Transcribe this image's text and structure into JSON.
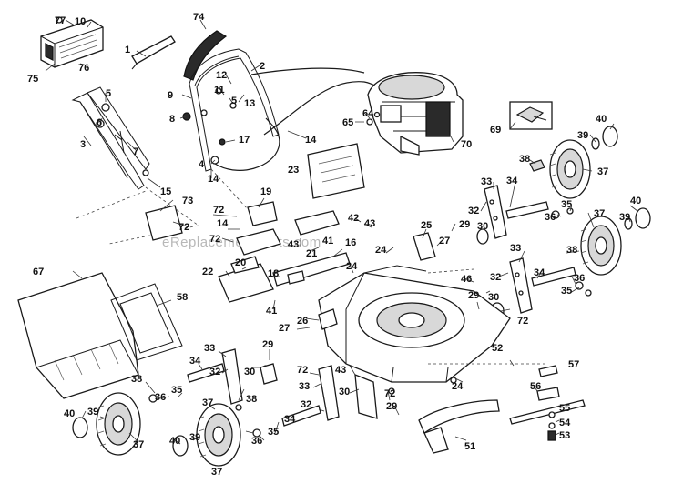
{
  "diagram": {
    "watermark": "eReplacementParts.com",
    "callouts": [
      {
        "id": "c77",
        "label": "77"
      },
      {
        "id": "c10",
        "label": "10"
      },
      {
        "id": "c74",
        "label": "74"
      },
      {
        "id": "c1",
        "label": "1"
      },
      {
        "id": "c2",
        "label": "2"
      },
      {
        "id": "c75",
        "label": "75"
      },
      {
        "id": "c76",
        "label": "76"
      },
      {
        "id": "c5a",
        "label": "5"
      },
      {
        "id": "c9",
        "label": "9"
      },
      {
        "id": "c12",
        "label": "12"
      },
      {
        "id": "c11",
        "label": "11"
      },
      {
        "id": "c5b",
        "label": "5"
      },
      {
        "id": "c13",
        "label": "13"
      },
      {
        "id": "c6",
        "label": "6"
      },
      {
        "id": "c8",
        "label": "8"
      },
      {
        "id": "c3",
        "label": "3"
      },
      {
        "id": "c7",
        "label": "7"
      },
      {
        "id": "c17",
        "label": "17"
      },
      {
        "id": "c14a",
        "label": "14"
      },
      {
        "id": "c4",
        "label": "4"
      },
      {
        "id": "c14b",
        "label": "14"
      },
      {
        "id": "c15",
        "label": "15"
      },
      {
        "id": "c19",
        "label": "19"
      },
      {
        "id": "c23",
        "label": "23"
      },
      {
        "id": "c64",
        "label": "64"
      },
      {
        "id": "c65",
        "label": "65"
      },
      {
        "id": "c70",
        "label": "70"
      },
      {
        "id": "c69",
        "label": "69"
      },
      {
        "id": "c40a",
        "label": "40"
      },
      {
        "id": "c39a",
        "label": "39"
      },
      {
        "id": "c38a",
        "label": "38"
      },
      {
        "id": "c37a",
        "label": "37"
      },
      {
        "id": "c33a",
        "label": "33"
      },
      {
        "id": "c34a",
        "label": "34"
      },
      {
        "id": "c35a",
        "label": "35"
      },
      {
        "id": "c32a",
        "label": "32"
      },
      {
        "id": "c36a",
        "label": "36"
      },
      {
        "id": "c40b",
        "label": "40"
      },
      {
        "id": "c37b",
        "label": "37"
      },
      {
        "id": "c39b",
        "label": "39"
      },
      {
        "id": "c73",
        "label": "73"
      },
      {
        "id": "c72a",
        "label": "72"
      },
      {
        "id": "c72b",
        "label": "72"
      },
      {
        "id": "c14c",
        "label": "14"
      },
      {
        "id": "c72c",
        "label": "72"
      },
      {
        "id": "c42",
        "label": "42"
      },
      {
        "id": "c43a",
        "label": "43"
      },
      {
        "id": "c16",
        "label": "16"
      },
      {
        "id": "c25",
        "label": "25"
      },
      {
        "id": "c29a",
        "label": "29"
      },
      {
        "id": "c30a",
        "label": "30"
      },
      {
        "id": "c27a",
        "label": "27"
      },
      {
        "id": "c43b",
        "label": "43"
      },
      {
        "id": "c41a",
        "label": "41"
      },
      {
        "id": "c21",
        "label": "21"
      },
      {
        "id": "c24a",
        "label": "24"
      },
      {
        "id": "c33b",
        "label": "33"
      },
      {
        "id": "c38b",
        "label": "38"
      },
      {
        "id": "c34b",
        "label": "34"
      },
      {
        "id": "c32b",
        "label": "32"
      },
      {
        "id": "c36b",
        "label": "36"
      },
      {
        "id": "c35b",
        "label": "35"
      },
      {
        "id": "c20",
        "label": "20"
      },
      {
        "id": "c22",
        "label": "22"
      },
      {
        "id": "c18",
        "label": "18"
      },
      {
        "id": "c24b",
        "label": "24"
      },
      {
        "id": "c46",
        "label": "46"
      },
      {
        "id": "c67",
        "label": "67"
      },
      {
        "id": "c58",
        "label": "58"
      },
      {
        "id": "c41b",
        "label": "41"
      },
      {
        "id": "c29b",
        "label": "29"
      },
      {
        "id": "c30b",
        "label": "30"
      },
      {
        "id": "c72d",
        "label": "72"
      },
      {
        "id": "c26",
        "label": "26"
      },
      {
        "id": "c27b",
        "label": "27"
      },
      {
        "id": "c52",
        "label": "52"
      },
      {
        "id": "c33c",
        "label": "33"
      },
      {
        "id": "c29c",
        "label": "29"
      },
      {
        "id": "c34c",
        "label": "34"
      },
      {
        "id": "c32c",
        "label": "32"
      },
      {
        "id": "c30c",
        "label": "30"
      },
      {
        "id": "c38c",
        "label": "38"
      },
      {
        "id": "c36c",
        "label": "36"
      },
      {
        "id": "c35c",
        "label": "35"
      },
      {
        "id": "c37c",
        "label": "37"
      },
      {
        "id": "c40c",
        "label": "40"
      },
      {
        "id": "c39c",
        "label": "39"
      },
      {
        "id": "c37d",
        "label": "37"
      },
      {
        "id": "c38d",
        "label": "38"
      },
      {
        "id": "c72e",
        "label": "72"
      },
      {
        "id": "c43c",
        "label": "43"
      },
      {
        "id": "c33d",
        "label": "33"
      },
      {
        "id": "c32d",
        "label": "32"
      },
      {
        "id": "c30d",
        "label": "30"
      },
      {
        "id": "c72f",
        "label": "72"
      },
      {
        "id": "c29d",
        "label": "29"
      },
      {
        "id": "c24c",
        "label": "24"
      },
      {
        "id": "c35d",
        "label": "35"
      },
      {
        "id": "c34d",
        "label": "34"
      },
      {
        "id": "c36d",
        "label": "36"
      },
      {
        "id": "c40d",
        "label": "40"
      },
      {
        "id": "c39d",
        "label": "39"
      },
      {
        "id": "c37e",
        "label": "37"
      },
      {
        "id": "c57",
        "label": "57"
      },
      {
        "id": "c56",
        "label": "56"
      },
      {
        "id": "c55",
        "label": "55"
      },
      {
        "id": "c54",
        "label": "54"
      },
      {
        "id": "c53",
        "label": "53"
      },
      {
        "id": "c51",
        "label": "51"
      }
    ]
  }
}
